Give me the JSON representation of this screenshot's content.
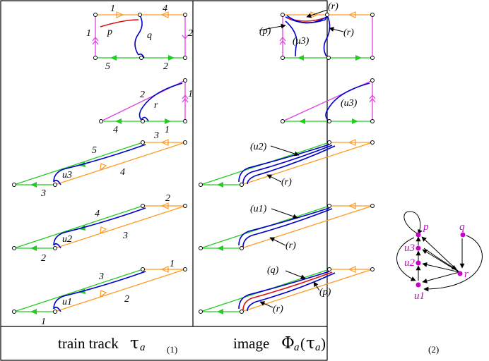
{
  "captions": {
    "left_text": "train track ",
    "left_sym": "τ",
    "left_sub": "a",
    "left_num": "(1)",
    "right_text": "image ",
    "right_sym": "Φ",
    "right_sub": "a",
    "right_open": "(",
    "right_inner_sym": "τ",
    "right_inner_sub": "a",
    "right_close": ")",
    "far_num": "(2)"
  },
  "left_panels": {
    "p1": {
      "top": "1",
      "top2": "4",
      "left": "1",
      "right": "2",
      "bottom": "5",
      "bottom2": "2",
      "branch_p": "p",
      "branch_q": "q"
    },
    "p2": {
      "diag": "2",
      "right": "1",
      "bottom": "4",
      "bottom2": "1",
      "branch": "r"
    },
    "p3": {
      "top": "3",
      "upper": "5",
      "lower": "4",
      "bottom": "3",
      "branch": "u3"
    },
    "p4": {
      "top": "2",
      "upper": "4",
      "lower": "3",
      "bottom": "2",
      "branch": "u2"
    },
    "p5": {
      "top": "1",
      "upper": "3",
      "lower": "2",
      "bottom": "1",
      "branch": "u1"
    }
  },
  "right_panels": {
    "p1": {
      "a": "(r)",
      "b": "(p)",
      "c": "(u3)",
      "d": "(r)"
    },
    "p2": {
      "a": "(u3)"
    },
    "p3": {
      "a": "(u2)",
      "b": "(r)"
    },
    "p4": {
      "a": "(u1)",
      "b": "(r)"
    },
    "p5": {
      "a": "(q)",
      "b": "(p)",
      "c": "(r)"
    }
  },
  "graph": {
    "nodes": [
      "p",
      "q",
      "u3",
      "u2",
      "r",
      "u1"
    ]
  },
  "colors": {
    "green": "#22cc22",
    "orange": "#ff9922",
    "magenta": "#e040e0",
    "blue": "#0000cc",
    "red": "#dd1111",
    "node": "#c800c8"
  }
}
